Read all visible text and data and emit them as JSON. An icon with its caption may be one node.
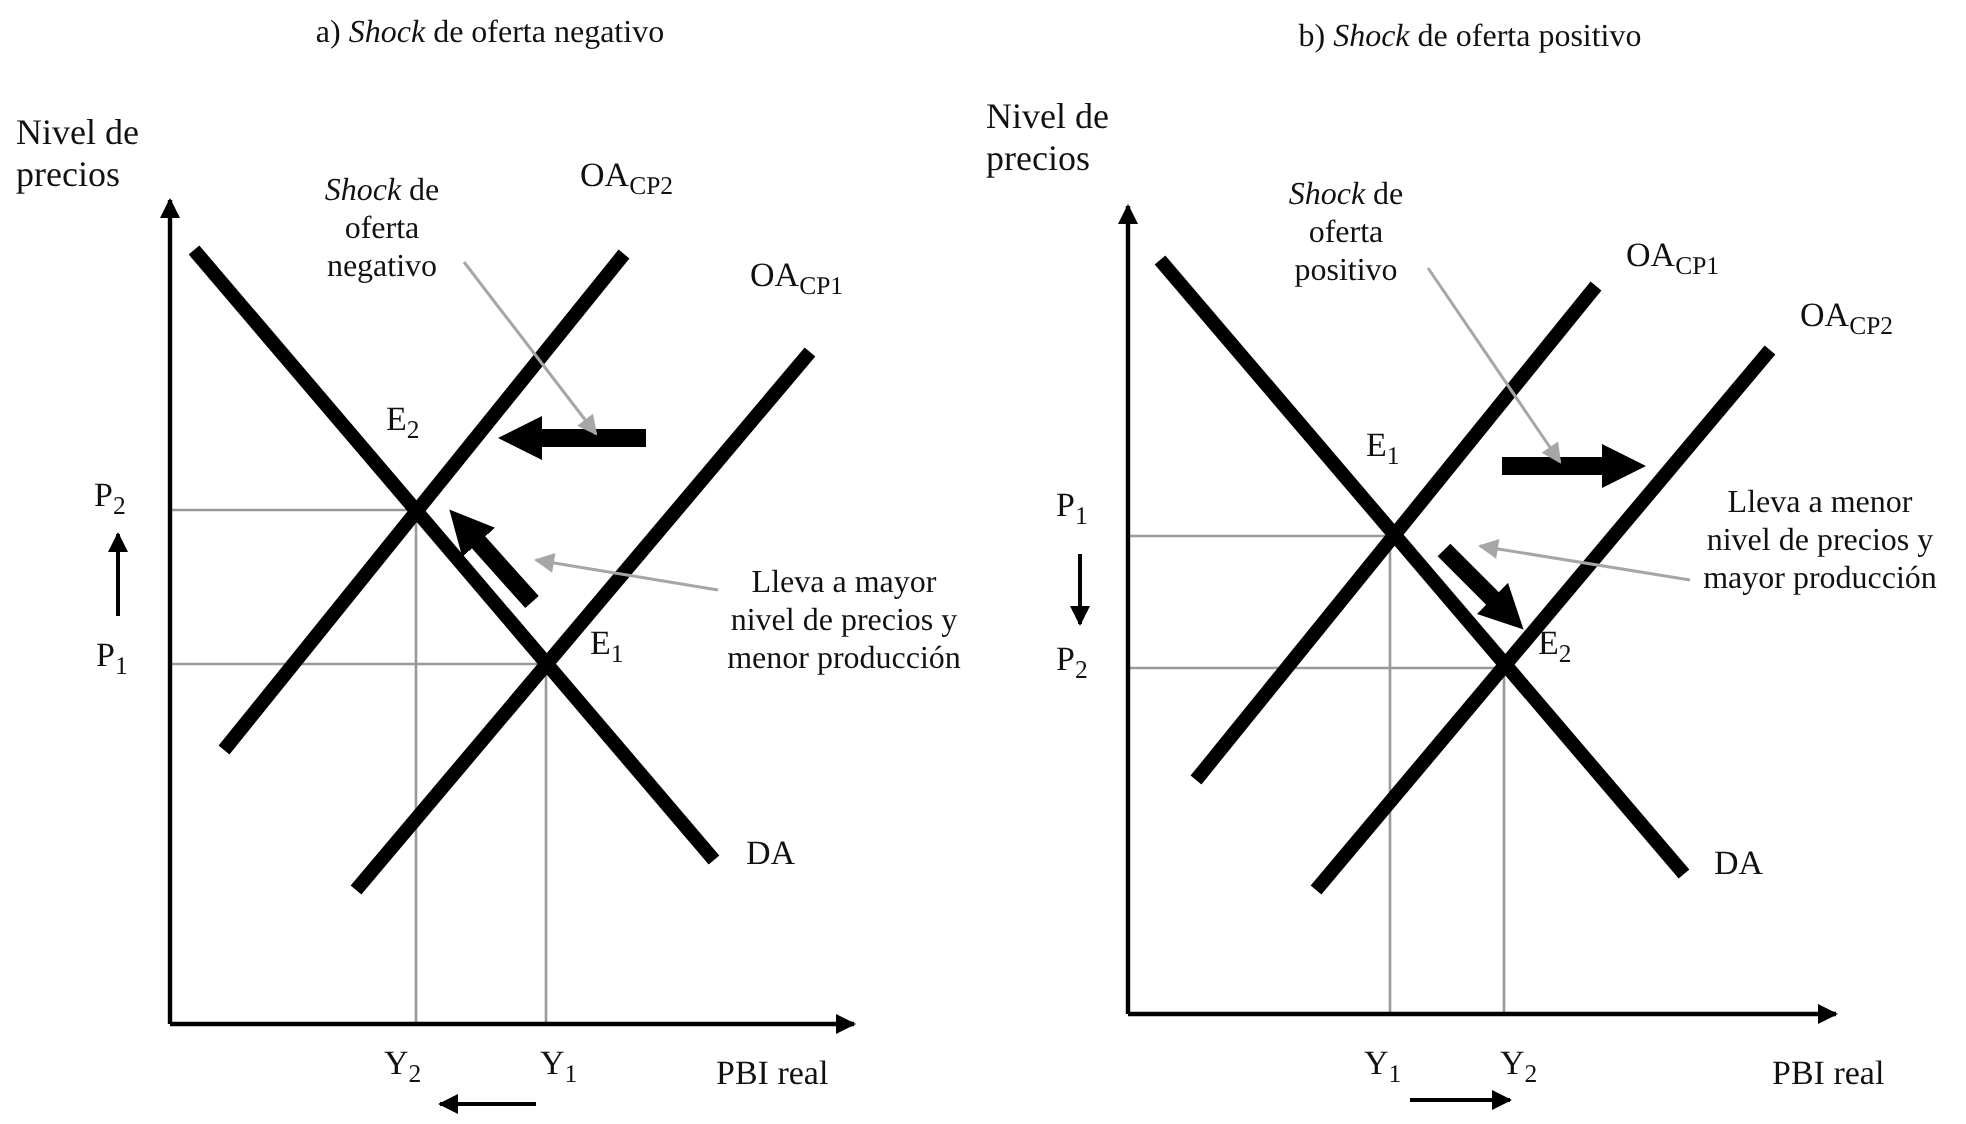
{
  "diagram": {
    "nodes": [
      {
        "text": [
          "*Shock* de oferta negativo"
        ]
      },
      {
        "text": [],
        "shape": "arrow"
      },
      {
        "text": [
          "Lleva a mayor nivel de precios y menor producción"
        ]
      },
      {
        "text": [],
        "shape": "arrow"
      },
      {
        "text": [
          "*Shock* de oferta positivo"
        ]
      },
      {
        "text": [],
        "shape": "arrow"
      },
      {
        "text": [
          "Lleva a menor nivel de precios y mayor producción"
        ]
      },
      {
        "text": [],
        "shape": "arrow"
      }
    ],
    "edges": [
      {
        "from": 0,
        "to": 1,
        "arrow": "to"
      },
      {
        "from": 2,
        "to": 3,
        "arrow": "to"
      },
      {
        "from": 4,
        "to": 5,
        "arrow": "to"
      },
      {
        "from": 6,
        "to": 7,
        "arrow": "to"
      }
    ],
    "labels": [
      "a) *Shock* de oferta negativo",
      "b) *Shock* de oferta positivo",
      "Nivel de precios",
      "OA$_{CP2}$",
      "OA$_{CP1}$",
      "E$_{2}$",
      "P$_{2}$",
      "P$_{1}$",
      "E$_{1}$",
      "DA",
      "Y$_{2}$",
      "Y$_{1}$",
      "PBI real",
      "Nivel de precios",
      "OA$_{CP1}$",
      "OA$_{CP2}$",
      "E$_{1}$",
      "P$_{1}$",
      "P$_{2}$",
      "E$_{2}$",
      "DA",
      "Y$_{1}$",
      "Y$_{2}$",
      "PBI real"
    ]
  }
}
